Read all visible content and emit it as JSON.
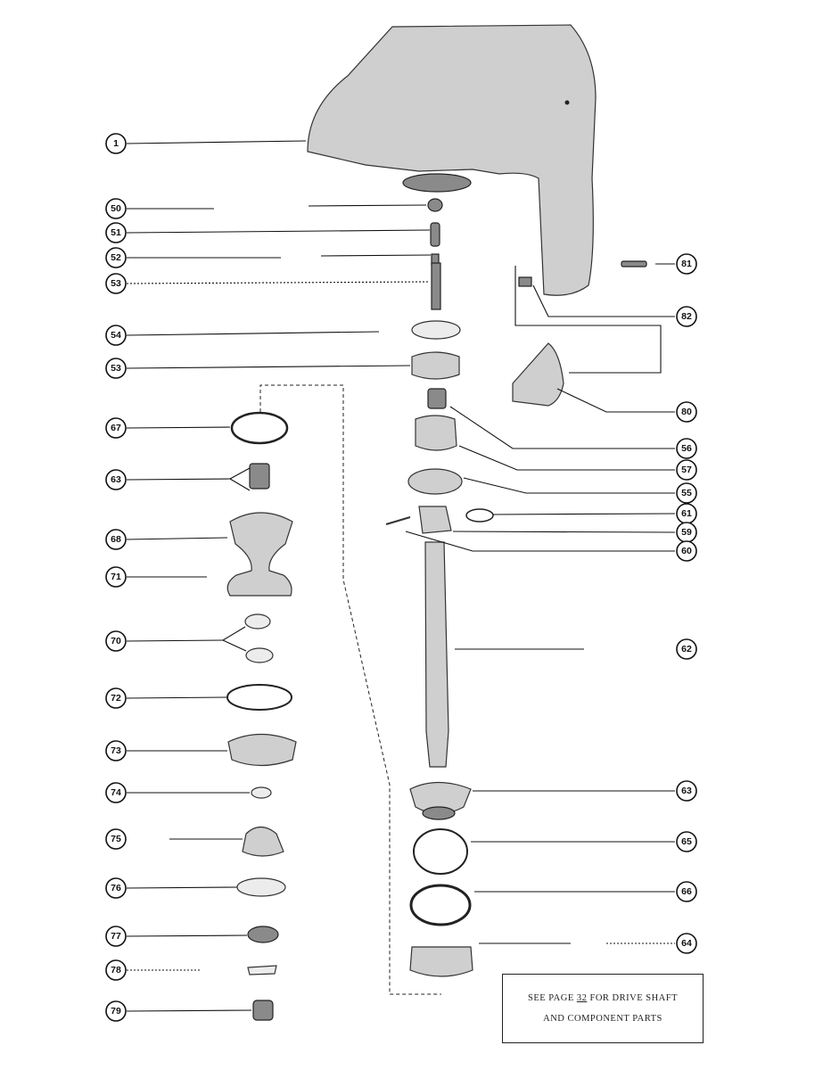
{
  "callouts": [
    "1",
    "50",
    "51",
    "52",
    "53",
    "54",
    "53",
    "67",
    "63",
    "68",
    "71",
    "70",
    "72",
    "73",
    "74",
    "75",
    "76",
    "77",
    "78",
    "79",
    "81",
    "82",
    "80",
    "56",
    "57",
    "55",
    "61",
    "59",
    "60",
    "62",
    "63",
    "65",
    "66",
    "64"
  ],
  "note": {
    "line1_pre": "SEE PAGE ",
    "line1_page": "32",
    "line1_post": " FOR DRIVE SHAFT",
    "line2": "AND COMPONENT PARTS"
  },
  "housing": {
    "mark": "•"
  }
}
